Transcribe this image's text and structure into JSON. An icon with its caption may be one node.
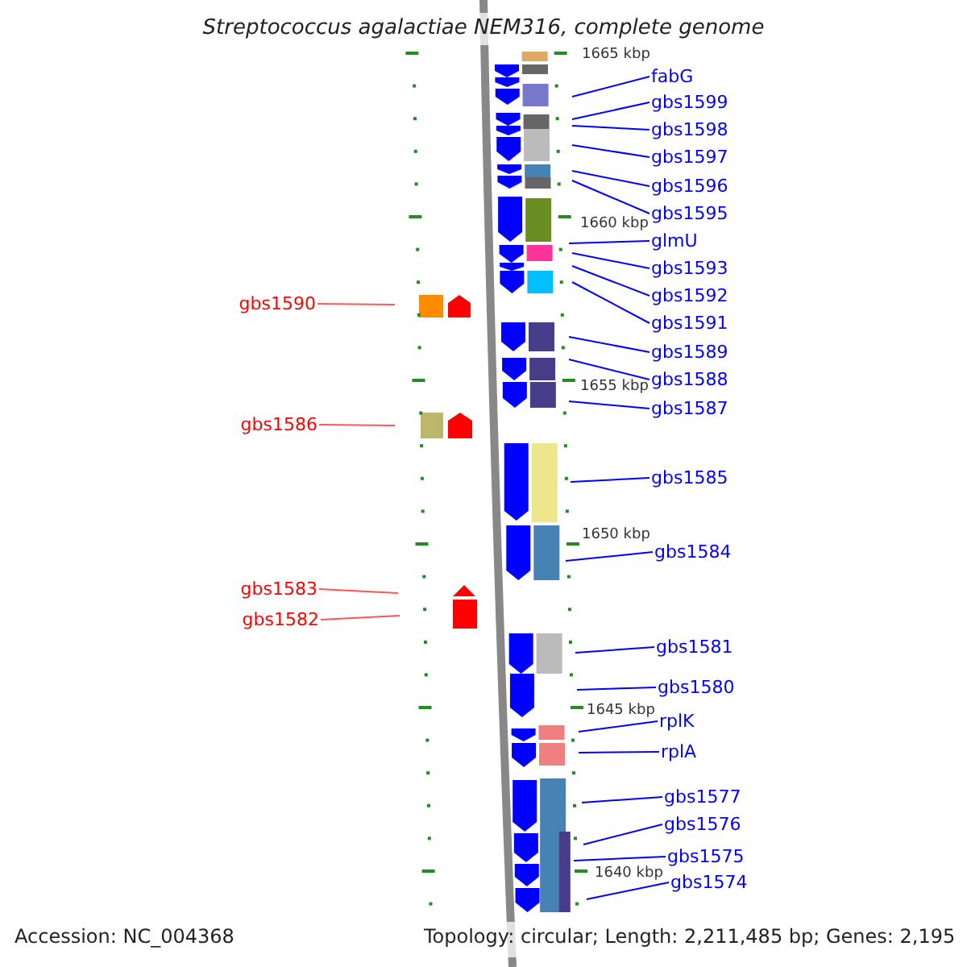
{
  "diagram": {
    "title": "Streptococcus agalactiae NEM316, complete genome",
    "nodes": [
      {
        "text": [
          "fabG"
        ]
      },
      {
        "text": [
          "gbs1599"
        ]
      },
      {
        "text": [
          "gbs1598"
        ]
      },
      {
        "text": [
          "gbs1597"
        ]
      },
      {
        "text": [
          "gbs1596"
        ]
      },
      {
        "text": [
          "gbs1595"
        ]
      },
      {
        "text": [
          "glmU"
        ]
      },
      {
        "text": [
          "gbs1593"
        ]
      },
      {
        "text": [
          "gbs1592"
        ]
      },
      {
        "text": [
          "gbs1591"
        ]
      },
      {
        "text": [
          "gbs1589"
        ]
      },
      {
        "text": [
          "gbs1588"
        ]
      },
      {
        "text": [
          "gbs1587"
        ]
      },
      {
        "text": [
          "gbs1585"
        ]
      },
      {
        "text": [
          "gbs1584"
        ]
      },
      {
        "text": [
          "gbs1581"
        ]
      },
      {
        "text": [
          "gbs1580"
        ]
      },
      {
        "text": [
          "rplK"
        ]
      },
      {
        "text": [
          "rplA"
        ]
      },
      {
        "text": [
          "gbs1577"
        ]
      },
      {
        "text": [
          "gbs1576"
        ]
      },
      {
        "text": [
          "gbs1575"
        ]
      },
      {
        "text": [
          "gbs1574"
        ]
      },
      {
        "text": [
          "gbs1590"
        ]
      },
      {
        "text": [
          "gbs1586"
        ]
      },
      {
        "text": [
          "gbs1583"
        ]
      },
      {
        "text": [
          "gbs1582"
        ]
      }
    ],
    "edges": [
      {
        "from": 0,
        "to": null,
        "arrow": "none"
      },
      {
        "from": 1,
        "to": null,
        "arrow": "none"
      },
      {
        "from": 2,
        "to": null,
        "arrow": "none"
      },
      {
        "from": 3,
        "to": null,
        "arrow": "none"
      },
      {
        "from": 4,
        "to": null,
        "arrow": "none"
      },
      {
        "from": 5,
        "to": null,
        "arrow": "none"
      },
      {
        "from": 6,
        "to": null,
        "arrow": "none"
      },
      {
        "from": 7,
        "to": null,
        "arrow": "none"
      },
      {
        "from": 8,
        "to": null,
        "arrow": "none"
      },
      {
        "from": 9,
        "to": null,
        "arrow": "none"
      },
      {
        "from": 10,
        "to": null,
        "arrow": "none"
      },
      {
        "from": 11,
        "to": null,
        "arrow": "none"
      },
      {
        "from": 12,
        "to": null,
        "arrow": "none"
      },
      {
        "from": 13,
        "to": null,
        "arrow": "none"
      },
      {
        "from": 14,
        "to": null,
        "arrow": "none"
      },
      {
        "from": 15,
        "to": null,
        "arrow": "none"
      },
      {
        "from": 16,
        "to": null,
        "arrow": "none"
      },
      {
        "from": 17,
        "to": null,
        "arrow": "none"
      },
      {
        "from": 18,
        "to": null,
        "arrow": "none"
      },
      {
        "from": 19,
        "to": null,
        "arrow": "none"
      },
      {
        "from": 20,
        "to": null,
        "arrow": "none"
      },
      {
        "from": 21,
        "to": null,
        "arrow": "none"
      },
      {
        "from": 22,
        "to": null,
        "arrow": "none"
      },
      {
        "from": 23,
        "to": null,
        "arrow": "none",
        "color": "#ff5555"
      },
      {
        "from": 24,
        "to": null,
        "arrow": "none",
        "color": "#ff5555"
      },
      {
        "from": 25,
        "to": null,
        "arrow": "none",
        "color": "#ff5555"
      },
      {
        "from": 26,
        "to": null,
        "arrow": "none",
        "color": "#ff5555"
      }
    ],
    "labels": [
      "1665 kbp",
      "1660 kbp",
      "1655 kbp",
      "1650 kbp",
      "1645 kbp",
      "1640 kbp",
      "Accession: NC_004368",
      "Topology: circular; Length: 2,211,485 bp; Genes: 2,195"
    ]
  }
}
